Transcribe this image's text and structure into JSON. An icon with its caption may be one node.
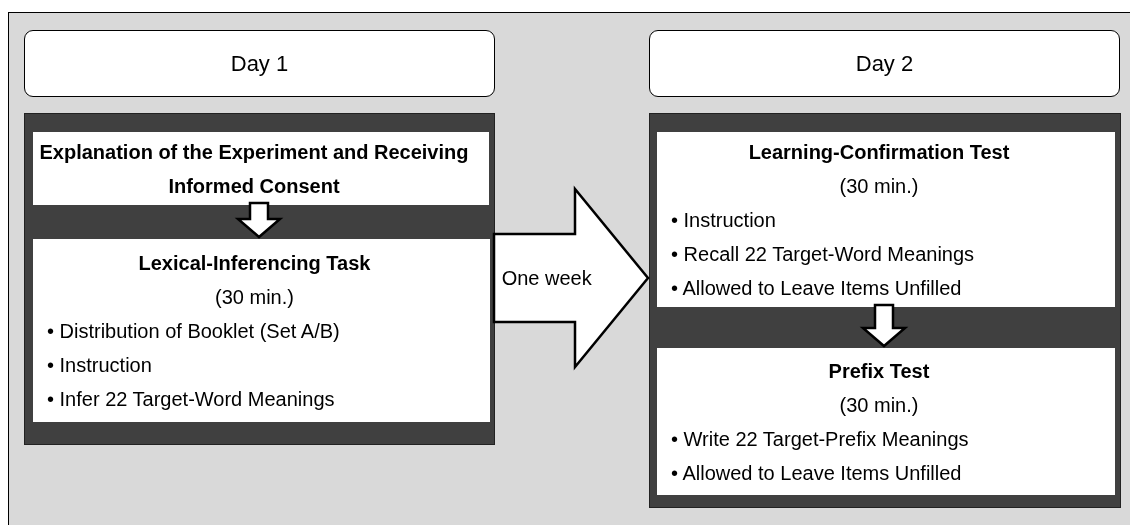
{
  "diagram": {
    "nodes": [
      {
        "text": [
          "Day 1"
        ]
      },
      {
        "text": [],
        "shape": "box"
      },
      {
        "text": [
          "Explanation of the Experiment and Receiving Informed Consent"
        ],
        "in": 1
      },
      {
        "text": [
          "Lexical-Inferencing Task",
          "(30 min.)",
          "• Distribution of Booklet (Set A/B)",
          "• Instruction",
          "• Infer 22 Target-Word Meanings"
        ],
        "in": 1
      },
      {
        "text": [
          "Day 2"
        ]
      },
      {
        "text": [],
        "shape": "box"
      },
      {
        "text": [
          "Learning-Confirmation Test",
          "(30 min.)",
          "• Instruction",
          "• Recall 22 Target-Word Meanings",
          "• Allowed to Leave Items Unfilled"
        ],
        "in": 5
      },
      {
        "text": [
          "Prefix Test",
          "(30 min.)",
          "• Write 22 Target-Prefix Meanings",
          "• Allowed to Leave Items Unfilled"
        ],
        "in": 5
      }
    ],
    "edges": [
      {
        "from": 2,
        "to": 3,
        "arrow": "to"
      },
      {
        "from": 6,
        "to": 7,
        "arrow": "to"
      },
      {
        "from": 1,
        "to": 5,
        "arrow": "to",
        "label": "One week"
      }
    ]
  }
}
